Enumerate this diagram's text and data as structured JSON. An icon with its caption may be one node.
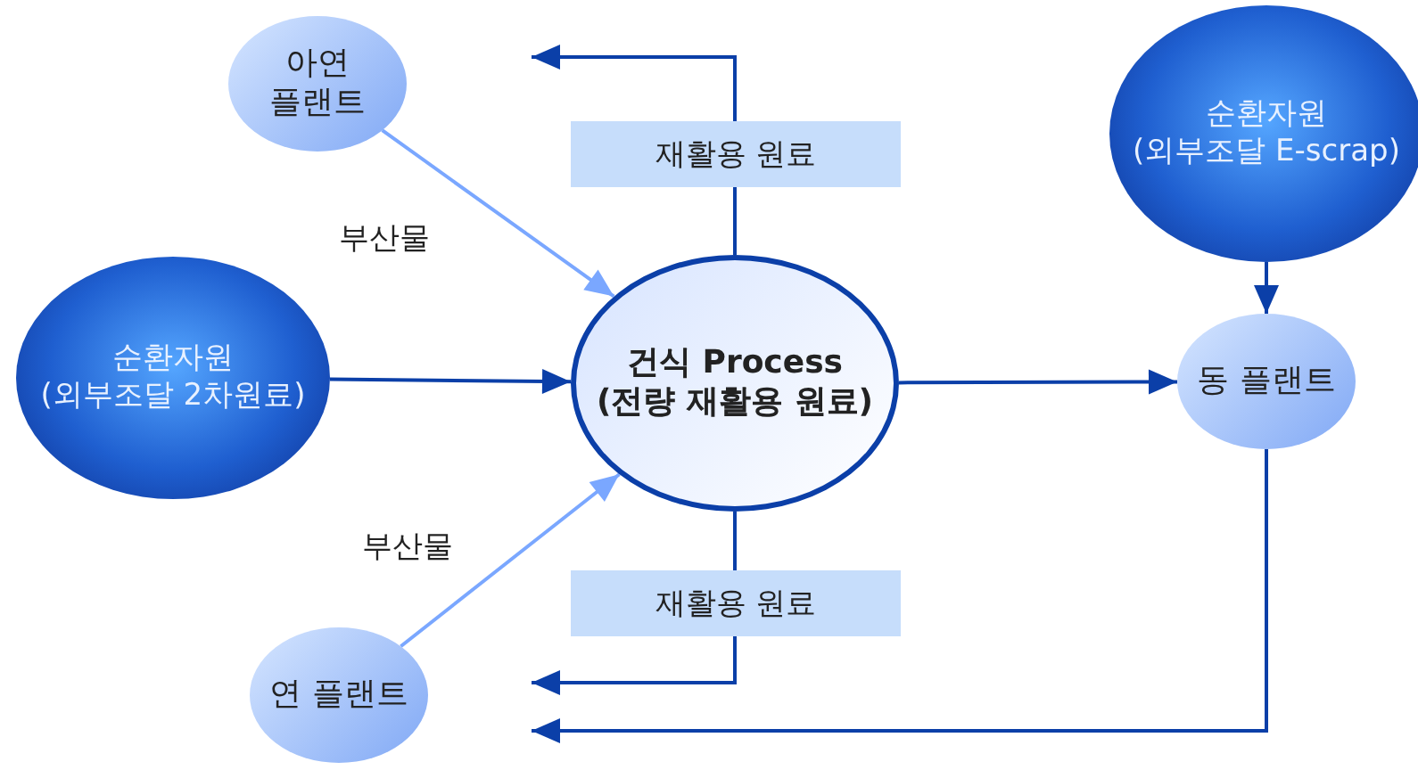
{
  "diagram": {
    "nodes": [
      {
        "text": [
          "아연 플랜트"
        ]
      },
      {
        "text": [
          "순환자원",
          "(외부조달 2차원료)"
        ]
      },
      {
        "text": [
          "건식 Process",
          "(전량 재활용 원료)"
        ]
      },
      {
        "text": [
          "순환자원",
          "(외부조달 E-scrap)"
        ]
      },
      {
        "text": [
          "동 플랜트"
        ]
      },
      {
        "text": [
          "연 플랜트"
        ]
      }
    ],
    "edges": [
      {
        "from": 0,
        "to": 2,
        "arrow": "to",
        "label": "부산물",
        "color": "#7aa7ff"
      },
      {
        "from": 1,
        "to": 2,
        "arrow": "to"
      },
      {
        "from": 2,
        "to": null,
        "arrow": "to",
        "label": "재활용 원료"
      },
      {
        "from": 2,
        "to": 4,
        "arrow": "to"
      },
      {
        "from": 3,
        "to": 4,
        "arrow": "to"
      },
      {
        "from": 5,
        "to": 2,
        "arrow": "to",
        "label": "부산물",
        "color": "#7aa7ff"
      },
      {
        "from": 2,
        "to": null,
        "arrow": "to",
        "label": "재활용 원료"
      },
      {
        "from": 4,
        "to": null,
        "arrow": "to"
      }
    ]
  }
}
